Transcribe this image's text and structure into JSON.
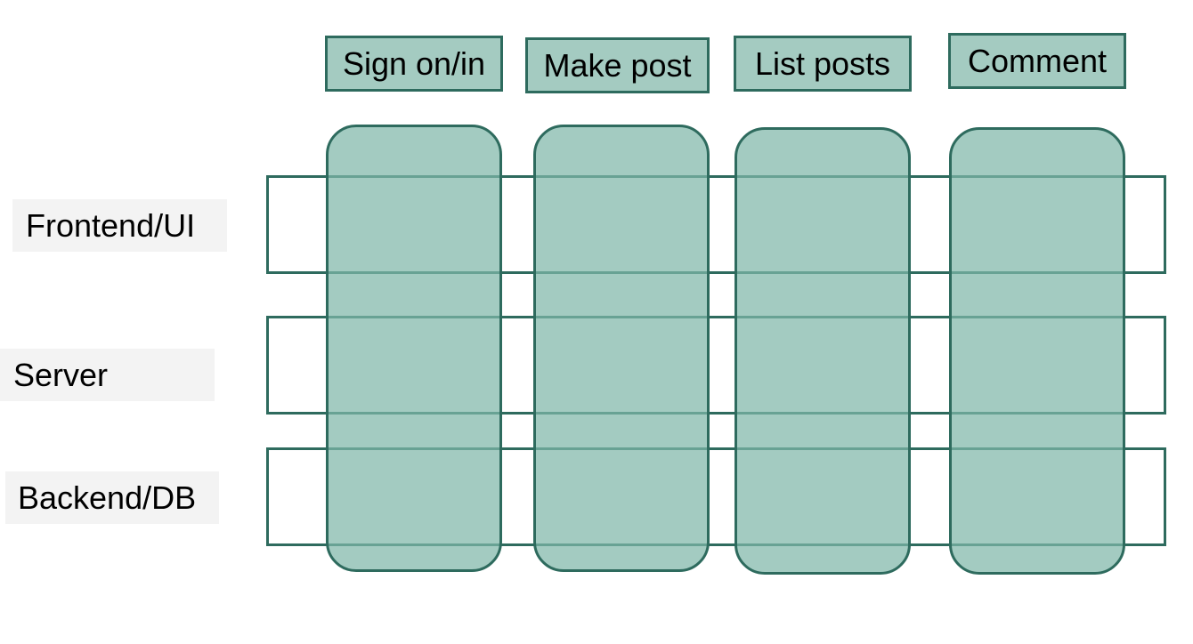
{
  "columns": [
    {
      "label": "Sign on/in"
    },
    {
      "label": "Make post"
    },
    {
      "label": "List posts"
    },
    {
      "label": "Comment"
    }
  ],
  "rows": [
    {
      "label": "Frontend/UI"
    },
    {
      "label": "Server"
    },
    {
      "label": "Backend/DB"
    }
  ],
  "colors": {
    "slice_fill": "#a4cbc1",
    "outline": "#2e6b5e",
    "label_background": "#f3f3f3"
  }
}
